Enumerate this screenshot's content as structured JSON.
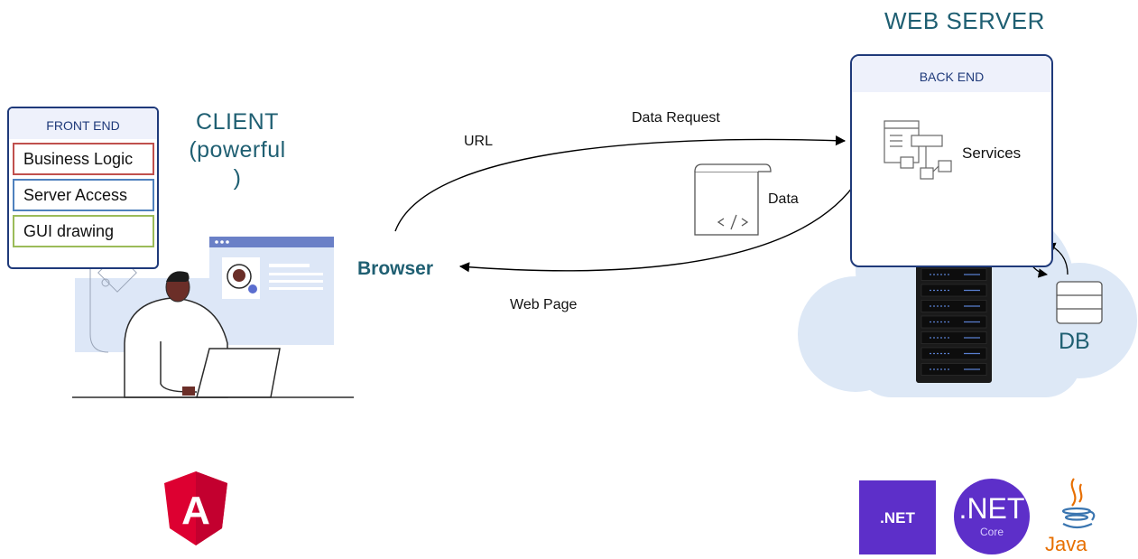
{
  "client": {
    "title": "CLIENT\n(powerful\n)",
    "front_end": {
      "title": "FRONT END",
      "layers": [
        {
          "label": "Business Logic",
          "color": "#c0504d"
        },
        {
          "label": "Server Access",
          "color": "#4f81bd"
        },
        {
          "label": "GUI drawing",
          "color": "#9bbb59"
        }
      ]
    },
    "browser_label": "Browser"
  },
  "connections": {
    "url_label": "URL",
    "data_request_label": "Data Request",
    "data_label": "Data",
    "web_page_label": "Web Page"
  },
  "server": {
    "title": "WEB SERVER",
    "back_end_title": "BACK END",
    "services_label": "Services",
    "db_label": "DB"
  },
  "tech_logos": {
    "angular": {
      "letter": "A",
      "color": "#dd0031"
    },
    "dotnet": {
      "label": ".NET",
      "color": "#5d2fc9"
    },
    "dotnet_core": {
      "label": ".NET",
      "sublabel": "Core",
      "color": "#5d2fc9"
    },
    "java": {
      "label": "Java",
      "color": "#e76f00"
    }
  },
  "colors": {
    "accent_teal": "#1f5f72",
    "panel_border": "#1f3a7a",
    "cloud": "#dde8f6"
  }
}
